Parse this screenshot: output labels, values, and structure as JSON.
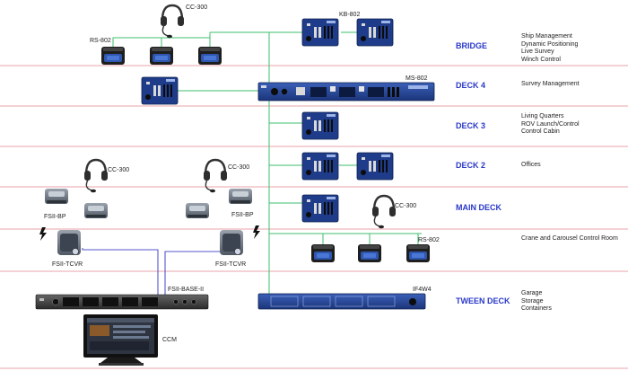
{
  "decks": [
    {
      "name": "BRIDGE",
      "areas": [
        "Ship Management",
        "Dynamic Positioning",
        "Live Survey",
        "Winch Control"
      ]
    },
    {
      "name": "DECK 4",
      "areas": [
        "Survey Management"
      ]
    },
    {
      "name": "DECK 3",
      "areas": [
        "Living Quarters",
        "ROV Launch/Control",
        "Control Cabin"
      ]
    },
    {
      "name": "DECK 2",
      "areas": [
        "Offices"
      ]
    },
    {
      "name": "MAIN DECK",
      "areas": [
        "Crane and Carousel Control Room"
      ]
    },
    {
      "name": "TWEEN DECK",
      "areas": [
        "Garage",
        "Storage",
        "Containers"
      ]
    }
  ],
  "device_labels": {
    "cc300_bridge": "CC-300",
    "rs802_bridge": "RS-802",
    "kb802": "KB-802",
    "ms802": "MS-802",
    "cc300_left": "CC-300",
    "cc300_mid": "CC-300",
    "fsii_bp_left": "FSII-BP",
    "fsii_bp_mid": "FSII-BP",
    "fsii_tcvr_left": "FSII-TCVR",
    "fsii_tcvr_mid": "FSII-TCVR",
    "fsii_base": "FSII-BASE-II",
    "cc300_main": "CC-300",
    "rs802_main": "RS-802",
    "if4w4": "IF4W4",
    "ccm": "CCM"
  },
  "colors": {
    "deck_divider": "#e0858c",
    "wire_network": "#3cbf6e",
    "wire_wireless_base": "#5556cc",
    "deck_label": "#2a38c8",
    "panel_blue": "#1f3c8a",
    "rack_blue": "#24479a"
  },
  "icons": [
    "headset-icon",
    "speaker-station-icon",
    "keypanel-icon",
    "beltpack-icon",
    "transceiver-icon",
    "lightning-icon",
    "laptop-icon"
  ]
}
